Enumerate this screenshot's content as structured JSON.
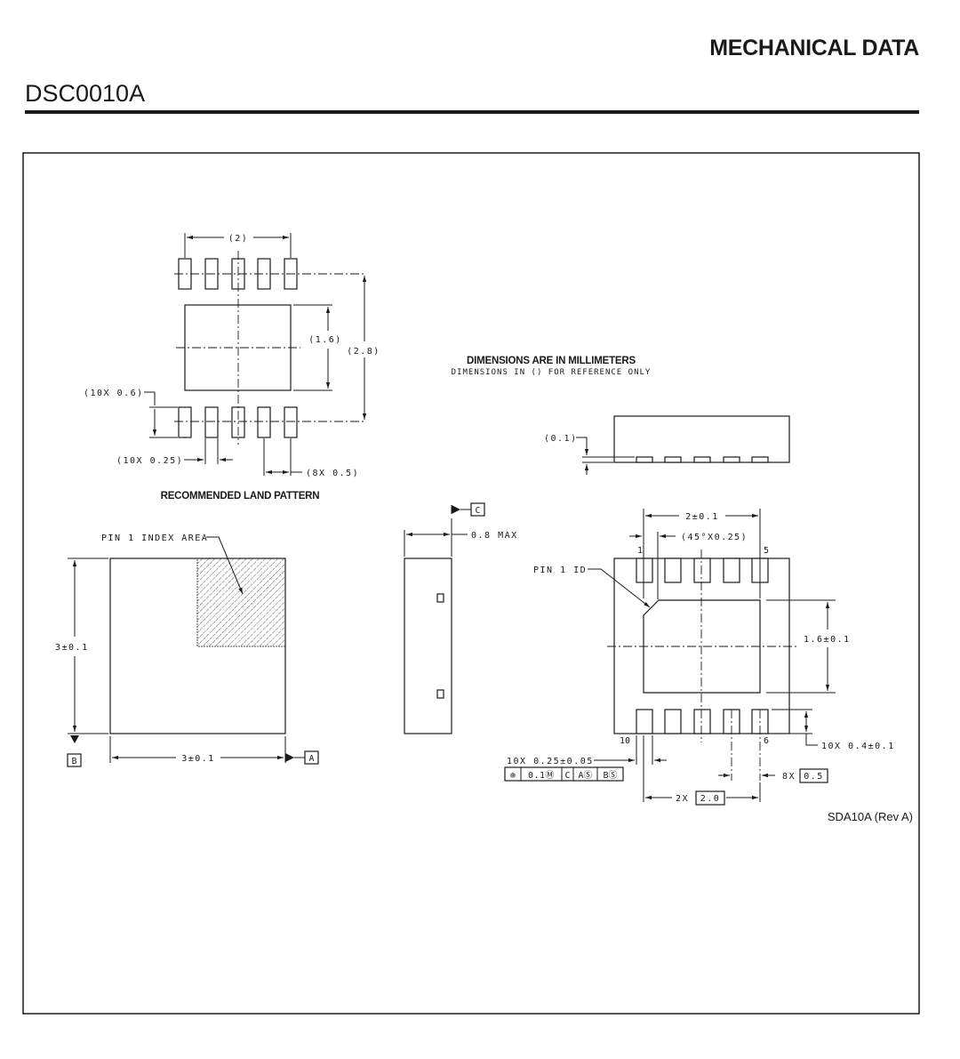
{
  "header": {
    "section_title": "MECHANICAL DATA",
    "package_id": "DSC0010A"
  },
  "notes": {
    "units_title": "DIMENSIONS ARE IN MILLIMETERS",
    "units_subtitle": "DIMENSIONS IN () FOR REFERENCE ONLY"
  },
  "land_pattern": {
    "title": "RECOMMENDED LAND PATTERN",
    "dim_width": "(2)",
    "dim_pad_height": "(1.6)",
    "dim_total_height": "(2.8)",
    "dim_pad_length": "(10X 0.6)",
    "dim_pad_width": "(10X 0.25)",
    "dim_pitch": "(8X 0.5)"
  },
  "side_view": {
    "dim_standoff": "(0.1)",
    "dim_height": "0.8 MAX",
    "datum_c": "C"
  },
  "top_view": {
    "pin1_label": "PIN 1 INDEX AREA",
    "dim_height": "3±0.1",
    "dim_width": "3±0.1",
    "datum_a": "A",
    "datum_b": "B"
  },
  "bottom_view": {
    "pin1_label": "PIN 1 ID",
    "dim_pad_width": "2±0.1",
    "dim_chamfer": "(45°X0.25)",
    "dim_pad_height": "1.6±0.1",
    "dim_lead_length": "10X 0.4±0.1",
    "dim_lead_width": "10X 0.25±0.05",
    "fcf": [
      "⊕",
      "0.1Ⓜ",
      "C",
      "AⓈ",
      "BⓈ"
    ],
    "pitch_prefix": "8X",
    "pitch_value": "0.5",
    "span_prefix": "2X",
    "span_value": "2.0",
    "pin_labels": [
      "1",
      "5",
      "6",
      "10"
    ]
  },
  "footer": {
    "drawing_number": "SDA10A (Rev A)"
  }
}
